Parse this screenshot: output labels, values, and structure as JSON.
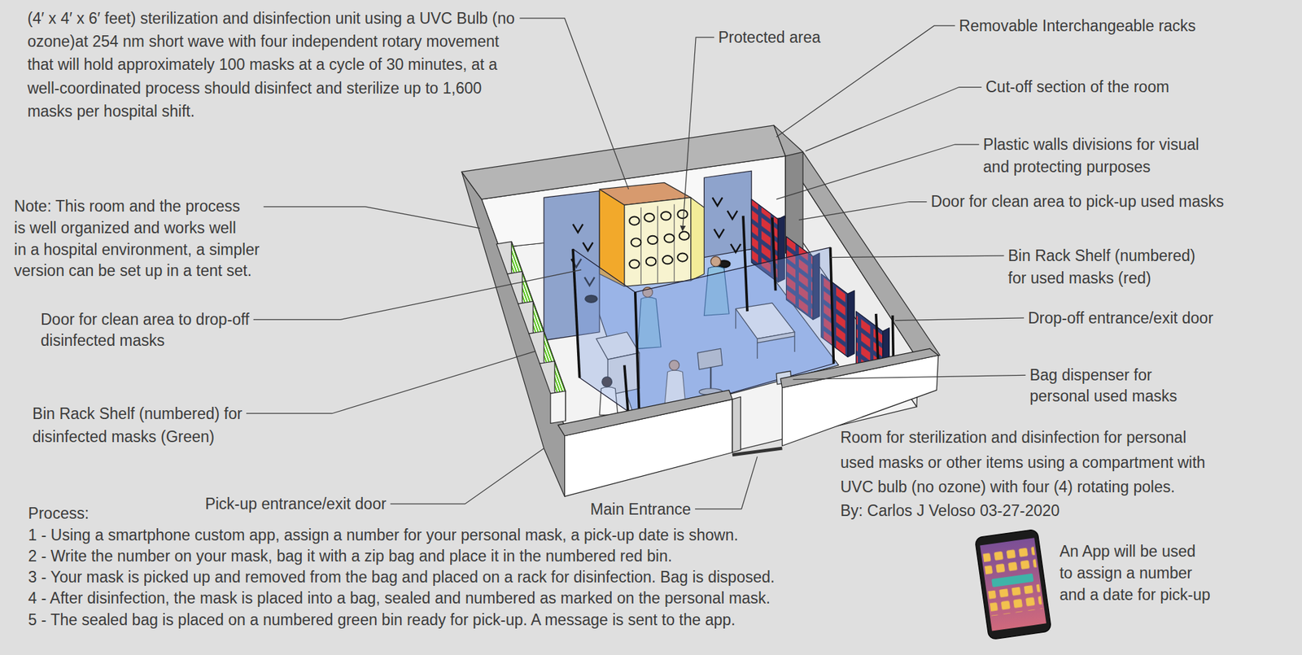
{
  "diagram": {
    "labels": [
      "(4′ x 4′ x 6′ feet) sterilization and disinfection unit using a UVC Bulb (no ozone)at 254 nm short wave with four independent rotary movement that will hold approximately 100 masks at a cycle of 30 minutes, at a well-coordinated process should disinfect and sterilize up to 1,600 masks per hospital shift.",
      "Protected area",
      "Removable Interchangeable racks",
      "Cut-off section of the room",
      "Plastic walls divisions for visual and protecting purposes",
      "Door for clean area to pick-up used masks",
      "Note: This room and the process is well organized and works well in a hospital environment, a simpler version can be set up in a tent set.",
      "Bin Rack Shelf (numbered) for used masks (red)",
      "Door for clean area to drop-off disinfected masks",
      "Drop-off entrance/exit door",
      "Bag dispenser for personal used masks",
      "Bin Rack Shelf (numbered) for disinfected masks (Green)",
      "Room for sterilization and disinfection for personal used masks or other items using a compartment with UVC bulb (no ozone) with four (4) rotating poles.",
      "Pick-up entrance/exit door",
      "Main Entrance",
      "By: Carlos J Veloso 03-27-2020",
      "Process:",
      "1 - Using a smartphone custom app, assign a number for your personal mask, a pick-up date is shown.",
      "2 - Write the number on your mask, bag it with a zip bag and place it in the numbered red bin.",
      "3 - Your mask is picked up and removed from the bag and placed on a rack for disinfection. Bag is disposed.",
      "4 - After disinfection, the mask is placed into a bag, sealed and numbered as marked on the personal mask.",
      "5 - The sealed bag is placed on a numbered green bin ready for pick-up. A message is sent to the app.",
      "An App will be used to assign a number and a date for pick-up"
    ]
  }
}
